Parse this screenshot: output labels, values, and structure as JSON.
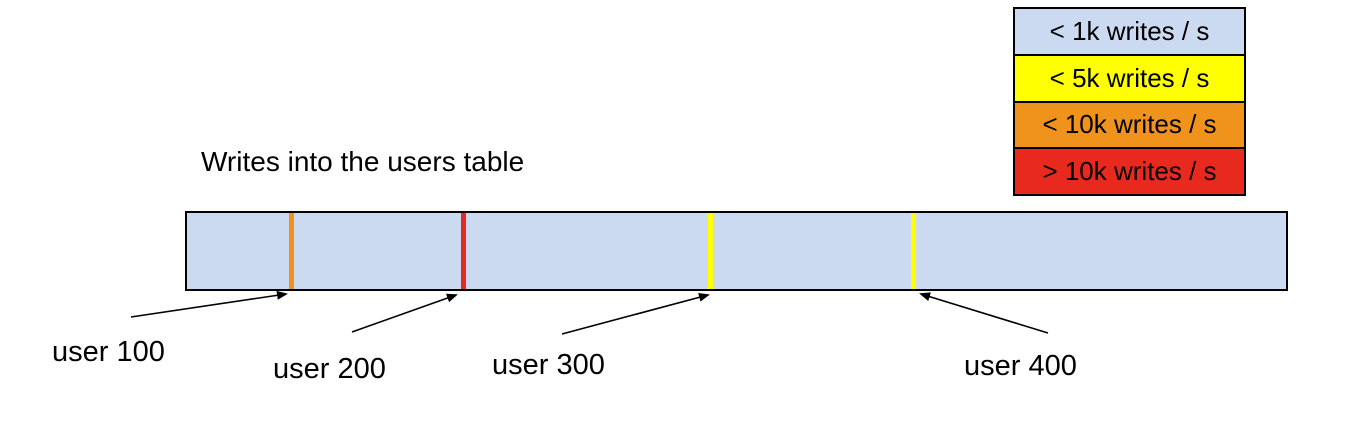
{
  "title": "Writes into the users table",
  "legend": {
    "items": [
      {
        "label": "< 1k writes / s",
        "color": "#CBDAF1"
      },
      {
        "label": "< 5k writes / s",
        "color": "#FFFF00"
      },
      {
        "label": "< 10k writes / s",
        "color": "#F0931D"
      },
      {
        "label": "> 10k writes / s",
        "color": "#E8291D"
      }
    ]
  },
  "bar": {
    "fill": "#CBDAF1",
    "border_color": "#000000",
    "markers": [
      {
        "label": "user 100",
        "color": "#F0931D"
      },
      {
        "label": "user 200",
        "color": "#E8291D"
      },
      {
        "label": "user 300",
        "color": "#FFFF00"
      },
      {
        "label": "user 400",
        "color": "#FFFF00"
      }
    ]
  }
}
